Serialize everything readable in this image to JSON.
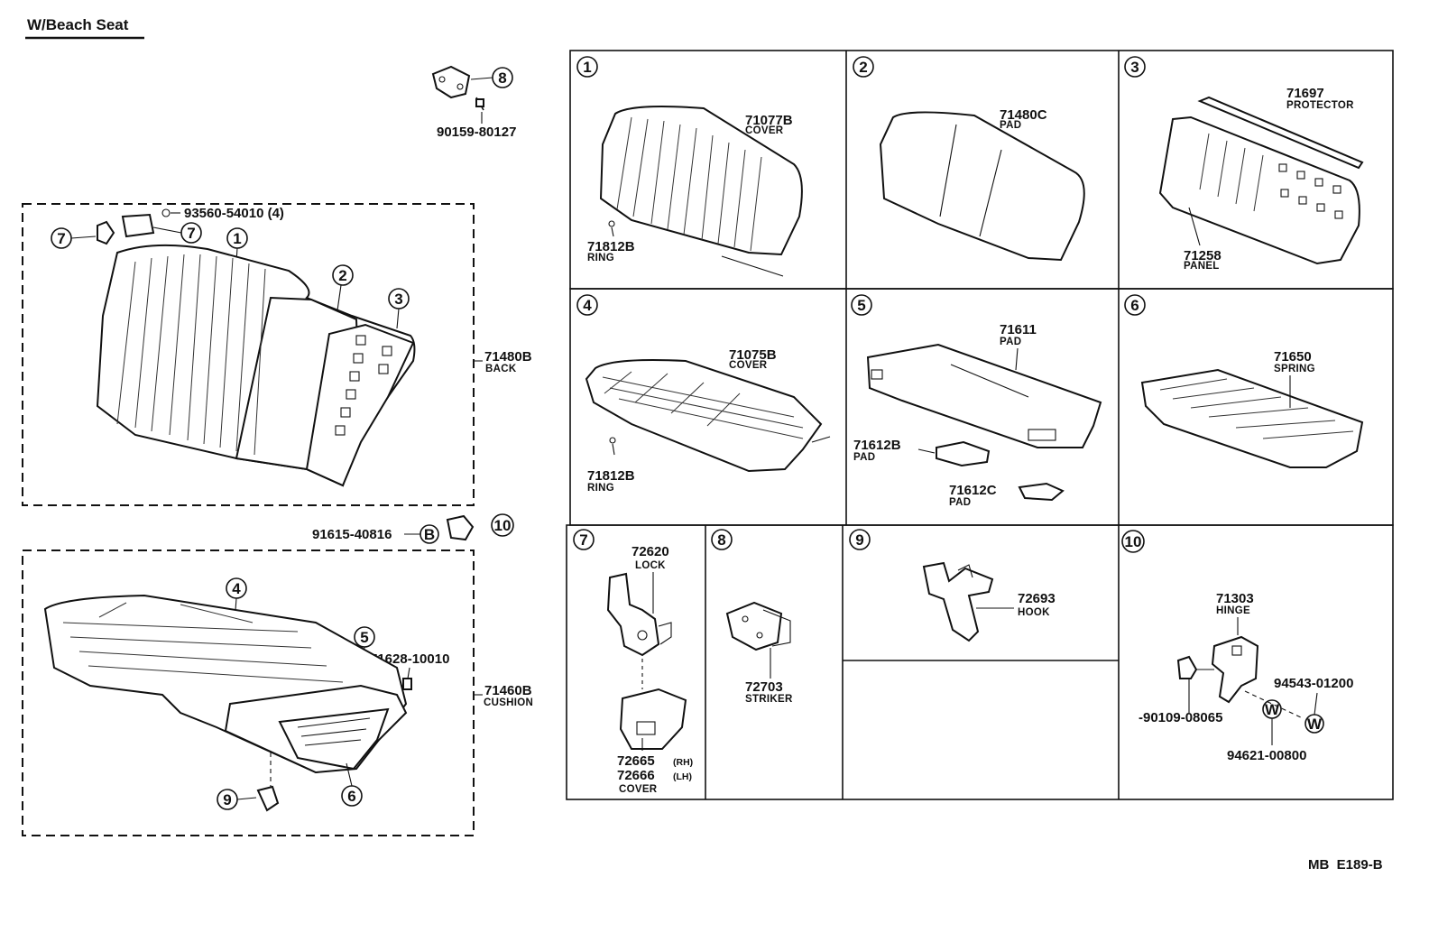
{
  "title": "W/Beach Seat",
  "footer": "MB  E189-B",
  "left": {
    "p8": {
      "callout": "8",
      "part": "90159-80127"
    },
    "back_group": {
      "bolt": "93560-54010 (4)",
      "callouts": [
        "7",
        "7",
        "1",
        "2",
        "3"
      ],
      "part": "71480B",
      "label": "BACK"
    },
    "b10": {
      "part": "91615-40816",
      "marker": "B",
      "callout": "10"
    },
    "cushion_group": {
      "callouts": [
        "4",
        "5",
        "6",
        "9"
      ],
      "clip": "71628-10010",
      "part": "71460B",
      "label": "CUSHION"
    }
  },
  "cells": [
    {
      "id": "1",
      "parts": [
        {
          "num": "71077B",
          "label": "COVER"
        },
        {
          "num": "71812B",
          "label": "RING"
        }
      ]
    },
    {
      "id": "2",
      "parts": [
        {
          "num": "71480C",
          "label": "PAD"
        }
      ]
    },
    {
      "id": "3",
      "parts": [
        {
          "num": "71697",
          "label": "PROTECTOR"
        },
        {
          "num": "71258",
          "label": "PANEL"
        }
      ]
    },
    {
      "id": "4",
      "parts": [
        {
          "num": "71075B",
          "label": "COVER"
        },
        {
          "num": "71812B",
          "label": "RING"
        }
      ]
    },
    {
      "id": "5",
      "parts": [
        {
          "num": "71611",
          "label": "PAD"
        },
        {
          "num": "71612B",
          "label": "PAD"
        },
        {
          "num": "71612C",
          "label": "PAD"
        }
      ]
    },
    {
      "id": "6",
      "parts": [
        {
          "num": "71650",
          "label": "SPRING"
        }
      ]
    },
    {
      "id": "7",
      "parts": [
        {
          "num": "72620",
          "label": "LOCK"
        },
        {
          "num": "72665",
          "suffix": "(RH)"
        },
        {
          "num": "72666",
          "suffix": "(LH)"
        },
        {
          "label": "COVER"
        }
      ]
    },
    {
      "id": "8",
      "parts": [
        {
          "num": "72703",
          "label": "STRIKER"
        }
      ]
    },
    {
      "id": "9",
      "parts": [
        {
          "num": "72693",
          "label": "HOOK"
        }
      ]
    },
    {
      "id": "10",
      "parts": [
        {
          "num": "71303",
          "label": "HINGE"
        },
        {
          "num": "94543-01200"
        },
        {
          "num": "-90109-08065"
        },
        {
          "num": "94621-00800"
        }
      ],
      "markers": [
        "W",
        "W"
      ]
    }
  ]
}
